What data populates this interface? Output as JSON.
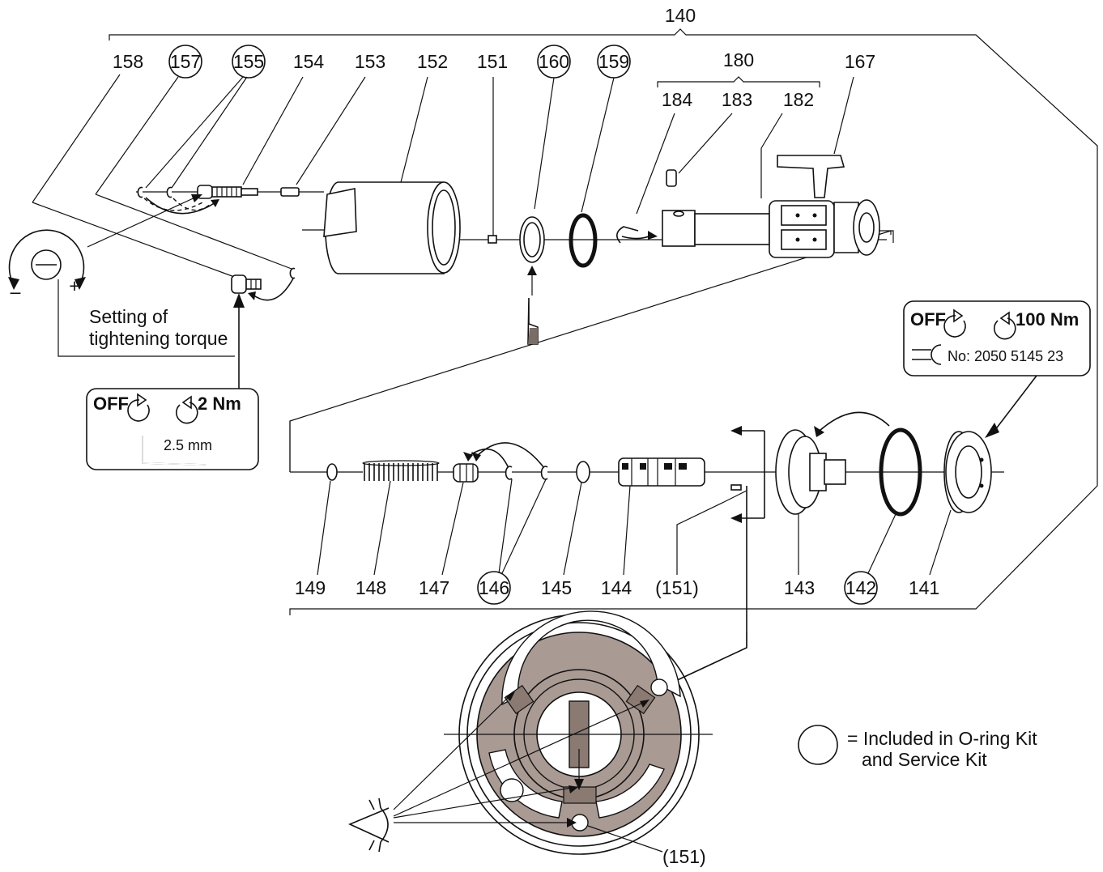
{
  "assembly_label": "140",
  "group_label": "180",
  "upper_row_labels": [
    {
      "id": "158",
      "text": "158",
      "kit": false
    },
    {
      "id": "157",
      "text": "157",
      "kit": true
    },
    {
      "id": "155",
      "text": "155",
      "kit": true
    },
    {
      "id": "154",
      "text": "154",
      "kit": false
    },
    {
      "id": "153",
      "text": "153",
      "kit": false
    },
    {
      "id": "152",
      "text": "152",
      "kit": false
    },
    {
      "id": "151",
      "text": "151",
      "kit": false
    },
    {
      "id": "160",
      "text": "160",
      "kit": true
    },
    {
      "id": "159",
      "text": "159",
      "kit": true
    },
    {
      "id": "184",
      "text": "184",
      "kit": false
    },
    {
      "id": "183",
      "text": "183",
      "kit": false
    },
    {
      "id": "182",
      "text": "182",
      "kit": false
    },
    {
      "id": "167",
      "text": "167",
      "kit": false
    }
  ],
  "lower_row_labels": [
    {
      "id": "149",
      "text": "149",
      "kit": false
    },
    {
      "id": "148",
      "text": "148",
      "kit": false
    },
    {
      "id": "147",
      "text": "147",
      "kit": false
    },
    {
      "id": "146",
      "text": "146",
      "kit": true
    },
    {
      "id": "145",
      "text": "145",
      "kit": false
    },
    {
      "id": "144",
      "text": "144",
      "kit": false
    },
    {
      "id": "151b",
      "text": "(151)",
      "kit": false
    },
    {
      "id": "143",
      "text": "143",
      "kit": false
    },
    {
      "id": "142",
      "text": "142",
      "kit": true
    },
    {
      "id": "141",
      "text": "141",
      "kit": false
    }
  ],
  "torque_setting": {
    "line1": "Setting of",
    "line2": "tightening torque",
    "minus": "–",
    "plus": "+"
  },
  "callout_small": {
    "off": "OFF",
    "torque": "2 Nm",
    "tool": "2.5 mm"
  },
  "callout_large": {
    "off": "OFF",
    "torque": "100 Nm",
    "tool": "No: 2050 5145 23"
  },
  "detail_label": "(151)",
  "legend": {
    "line1": "= Included in O-ring Kit",
    "line2": "and Service Kit"
  },
  "colors": {
    "line": "#111111",
    "detail_fill": "#a99a93",
    "detail_dark": "#8a7a72"
  }
}
